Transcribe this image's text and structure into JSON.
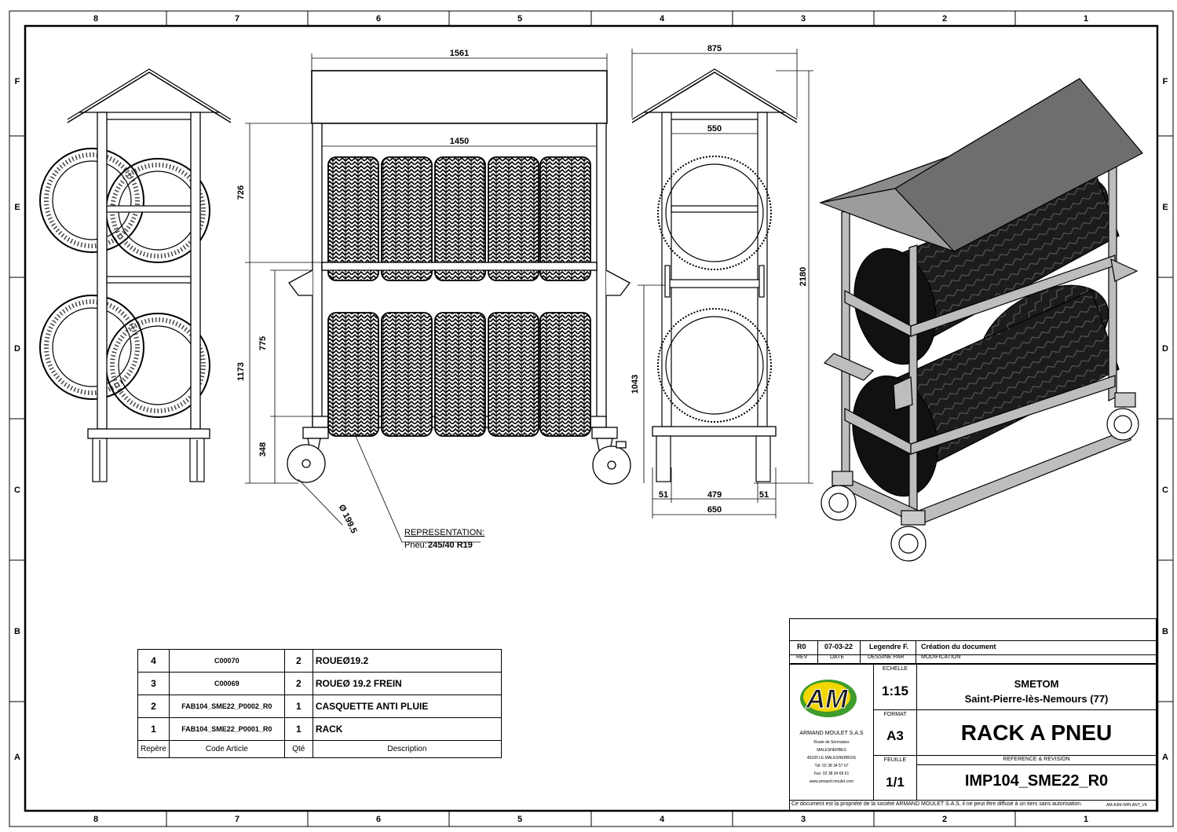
{
  "zones": {
    "columns": [
      "8",
      "7",
      "6",
      "5",
      "4",
      "3",
      "2",
      "1"
    ],
    "rows": [
      "F",
      "E",
      "D",
      "C",
      "B",
      "A"
    ]
  },
  "dimensions": {
    "front_width": "1561",
    "front_inner_width": "1450",
    "side_width": "875",
    "side_inner_width": "550",
    "height_top": "726",
    "height_middle": "775",
    "height_bottom": "348",
    "height_lower": "1173",
    "side_height": "1043",
    "total_height": "2180",
    "wheel_diameter": "Ø 199.5",
    "base_left": "51",
    "base_middle": "479",
    "base_right": "51",
    "base_total": "650"
  },
  "representation": {
    "label": "REPRESENTATION:",
    "tyre_prefix": "Pneu:",
    "tyre_size": "245/40 R19"
  },
  "parts_list": {
    "header": {
      "ref": "Repère",
      "code": "Code Article",
      "qty": "Qté",
      "desc": "Description"
    },
    "rows": [
      {
        "ref": "4",
        "code": "C00070",
        "qty": "2",
        "desc": "ROUEØ19.2"
      },
      {
        "ref": "3",
        "code": "C00069",
        "qty": "2",
        "desc": "ROUEØ 19.2 FREIN"
      },
      {
        "ref": "2",
        "code": "FAB104_SME22_P0002_R0",
        "qty": "1",
        "desc": "CASQUETTE ANTI PLUIE"
      },
      {
        "ref": "1",
        "code": "FAB104_SME22_P0001_R0",
        "qty": "1",
        "desc": "RACK"
      }
    ]
  },
  "revision": {
    "rev": "R0",
    "date": "07-03-22",
    "drawn_by": "Legendre F.",
    "modification": "Création du document",
    "labels": {
      "rev": "REV",
      "date": "DATE",
      "drawn_by": "DESSINE PAR",
      "modification": "MODIFICATION"
    }
  },
  "company": {
    "logo_text": "AM",
    "name": "ARMAND MOULET S.A.S",
    "address1": "Route de Sermaises",
    "address2": "MALESHERBES",
    "address3": "45330 LE MALESHERBOIS",
    "tel": "Tél: 02 38 34 57 67",
    "fax": "Fax: 02 38 34 69 61",
    "web": "www.armand.moulet.com",
    "logo_colors": {
      "yellow": "#f2d600",
      "green": "#3e9b2c",
      "dark": "#1a1a1a"
    }
  },
  "title_block": {
    "scale_label": "ECHELLE",
    "scale": "1:15",
    "format_label": "FORMAT",
    "format": "A3",
    "sheet_label": "FEUILLE",
    "sheet": "1/1",
    "client": "SMETOM",
    "location": "Saint-Pierre-lès-Nemours (77)",
    "title": "RACK A PNEU",
    "reference_label": "REFERENCE & REVISION",
    "reference": "IMP104_SME22_R0",
    "disclaimer": "Ce document est la propriété de la société ARMAND MOULET S.A.S, il ne peut être diffusé à un tiers sans autorisation.",
    "template": "AM-A3M-IMPLANT_V4"
  }
}
